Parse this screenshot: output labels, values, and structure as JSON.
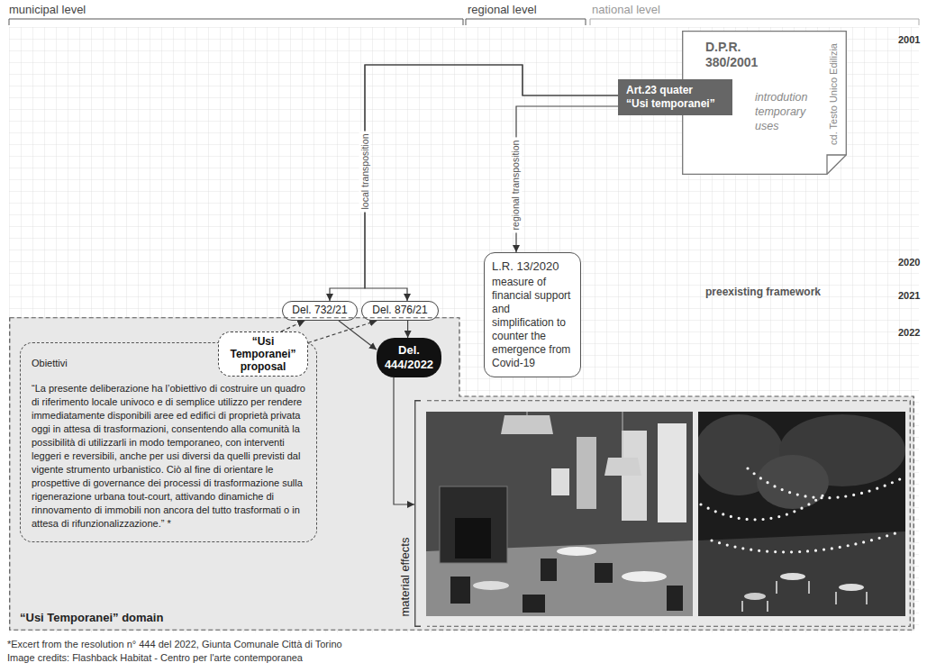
{
  "diagram": {
    "nodes": [
      {
        "text": [
          "D.P.R. 380/2001",
          "introdution temporary uses",
          "cd. Testo Unico Edilizia"
        ]
      },
      {
        "text": [
          "Art.23 quater",
          "“Usi temporanei”"
        ]
      },
      {
        "text": [
          "L.R. 13/2020",
          "measure of financial support and simplification to counter the emergence from Covid-19"
        ]
      },
      {
        "text": [
          "Del. 732/21"
        ]
      },
      {
        "text": [
          "Del. 876/21"
        ]
      },
      {
        "text": [
          "“Usi Temporanei” domain"
        ]
      },
      {
        "text": [
          "Obiettivi",
          "“La presente deliberazione ha l’obiettivo di costruire un quadro di riferimento locale univoco e di semplice utilizzo per rendere immediatamente disponibili aree ed edifici di proprietà privata oggi in attesa di trasformazioni, consentendo alla comunità la possibilità di utilizzarli in modo temporaneo, con interventi leggeri e reversibili, anche per usi diversi da quelli previsti dal vigente strumento urbanistico. Ciò al fine di orientare le prospettive di governance dei processi di trasformazione sulla rigenerazione urbana tout-court, attivando dinamiche di rinnovamento di immobili non ancora del tutto trasformati o in attesa di rifunzionalizzazione.” *"
        ],
        "in": 5
      },
      {
        "text": [
          "“Usi Temporanei” proposal"
        ],
        "in": 5
      },
      {
        "text": [
          "Del. 444/2022"
        ],
        "in": 5
      },
      {
        "text": [
          "material effects"
        ],
        "in": 5
      }
    ],
    "edges": [
      {
        "from": 1,
        "to": 3,
        "arrow": "to",
        "label": "local transposition"
      },
      {
        "from": 1,
        "to": 4,
        "arrow": "to"
      },
      {
        "from": 1,
        "to": 2,
        "arrow": "to",
        "label": "regional transposition"
      },
      {
        "from": 3,
        "to": 8,
        "arrow": "to"
      },
      {
        "from": 4,
        "to": 8,
        "arrow": "to"
      },
      {
        "from": 7,
        "to": 3,
        "arrow": "to"
      },
      {
        "from": 7,
        "to": 4,
        "arrow": "to"
      },
      {
        "from": 8,
        "to": 9,
        "arrow": "to"
      }
    ],
    "labels": [
      "municipal level",
      "regional level",
      "national level",
      "2001",
      "2020",
      "2021",
      "2022",
      "preexisting framework",
      "*Excert from the resolution n° 444 del 2022, Giunta Comunale Città di Torino",
      "Image credits: Flashback Habitat - Centro per l'arte contemporanea"
    ]
  }
}
